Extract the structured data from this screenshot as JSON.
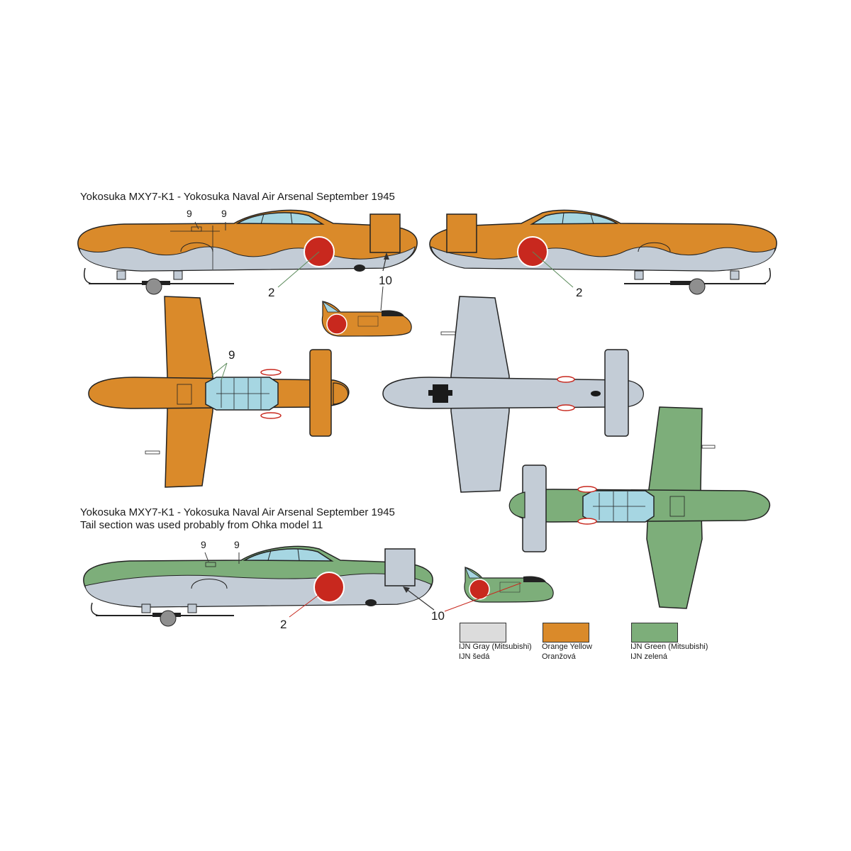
{
  "profile_a": {
    "title": "Yokosuka MXY7-K1 - Yokosuka Naval Air Arsenal September 1945"
  },
  "profile_b": {
    "title": "Yokosuka MXY7-K1 - Yokosuka Naval Air Arsenal September 1945",
    "note": "Tail section was used probably from Ohka model 11"
  },
  "callouts": {
    "a_left_9a": "9",
    "a_left_9b": "9",
    "a_left_2": "2",
    "a_left_10": "10",
    "a_right_2": "2",
    "a_top_9": "9",
    "b_left_9a": "9",
    "b_left_9b": "9",
    "b_left_2": "2",
    "b_left_10": "10"
  },
  "colors": {
    "orange": "#DA8A2A",
    "gray": "#C3CCD6",
    "green": "#7DAE7A",
    "hinomaru": "#C8281E",
    "canopy": "#A6D6E2"
  },
  "legend": [
    {
      "swatch": "#DCDCDC",
      "line1": "IJN Gray (Mitsubishi)",
      "line2": "IJN šedá"
    },
    {
      "swatch": "#DA8A2A",
      "line1": "Orange Yellow",
      "line2": "Oranžová"
    },
    {
      "swatch": "#7DAE7A",
      "line1": "IJN Green (Mitsubishi)",
      "line2": "IJN zelená"
    }
  ]
}
